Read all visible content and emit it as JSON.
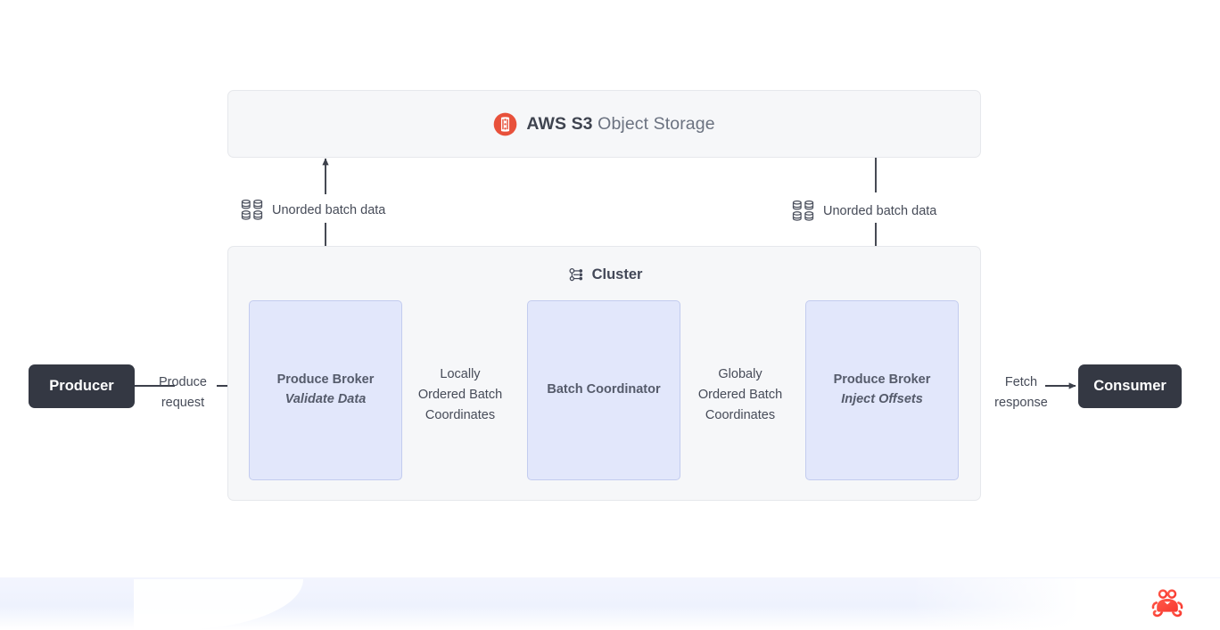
{
  "diagram": {
    "title": "Kafka-compatible cluster with S3 object storage data flow",
    "colors": {
      "endpoint_fill": "#343843",
      "node_fill": "#e2e7fb",
      "node_border": "#c3ccef",
      "container_fill": "#f6f7f9",
      "container_border": "#e6e8ec",
      "wire": "#3c404b",
      "s3_accent": "#e8513b",
      "crab_accent": "#fb4a3f",
      "footer_band": "#eef2fd"
    }
  },
  "storage": {
    "icon": "aws-s3-icon",
    "brand": "AWS S3",
    "descriptor": "Object Storage"
  },
  "cluster": {
    "icon": "cluster-nodes-icon",
    "label": "Cluster",
    "nodes": [
      {
        "id": "produce-broker-validate",
        "title": "Produce Broker",
        "subtitle": "Validate Data"
      },
      {
        "id": "batch-coordinator",
        "title": "Batch Coordinator",
        "subtitle": ""
      },
      {
        "id": "produce-broker-inject",
        "title": "Produce Broker",
        "subtitle": "Inject Offsets"
      }
    ]
  },
  "endpoints": {
    "producer": "Producer",
    "consumer": "Consumer"
  },
  "edges": {
    "produce_request": {
      "line1": "Produce",
      "line2": "request"
    },
    "locally_ordered": {
      "line1": "Locally",
      "line2": "Ordered Batch",
      "line3": "Coordinates"
    },
    "globaly_ordered": {
      "line1": "Globaly",
      "line2": "Ordered Batch",
      "line3": "Coordinates"
    },
    "fetch_response": {
      "line1": "Fetch",
      "line2": "response"
    }
  },
  "storage_edges": [
    {
      "id": "upload-unordered-batch",
      "icon": "database-grid-icon",
      "label": "Unorded batch data",
      "direction": "up"
    },
    {
      "id": "download-unordered-batch",
      "icon": "database-grid-icon",
      "label": "Unorded batch data",
      "direction": "down"
    }
  ],
  "footer": {
    "logo": "crab-logo"
  }
}
